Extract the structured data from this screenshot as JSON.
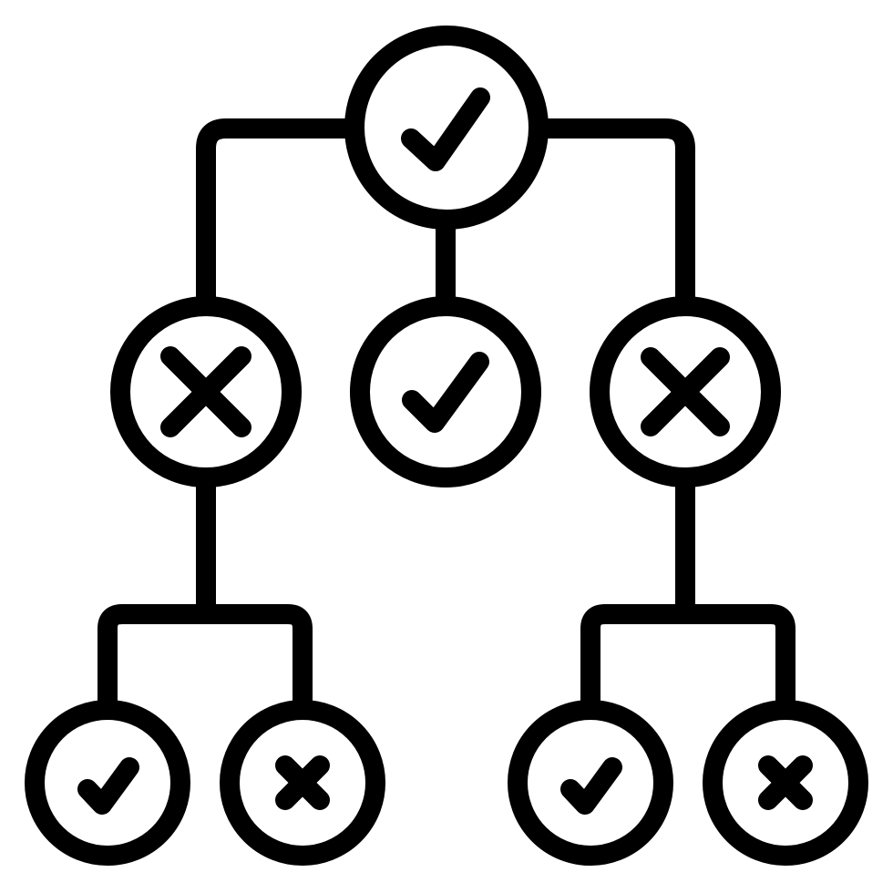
{
  "colors": {
    "stroke": "#000000",
    "background": "#ffffff"
  },
  "icon": {
    "name": "decision-tree-icon",
    "nodes": [
      {
        "id": "root",
        "status": "check",
        "level": 0
      },
      {
        "id": "mid-left",
        "status": "cross",
        "level": 1
      },
      {
        "id": "mid-center",
        "status": "check",
        "level": 1
      },
      {
        "id": "mid-right",
        "status": "cross",
        "level": 1
      },
      {
        "id": "leaf-1",
        "status": "check",
        "level": 2
      },
      {
        "id": "leaf-2",
        "status": "cross",
        "level": 2
      },
      {
        "id": "leaf-3",
        "status": "check",
        "level": 2
      },
      {
        "id": "leaf-4",
        "status": "cross",
        "level": 2
      }
    ]
  }
}
